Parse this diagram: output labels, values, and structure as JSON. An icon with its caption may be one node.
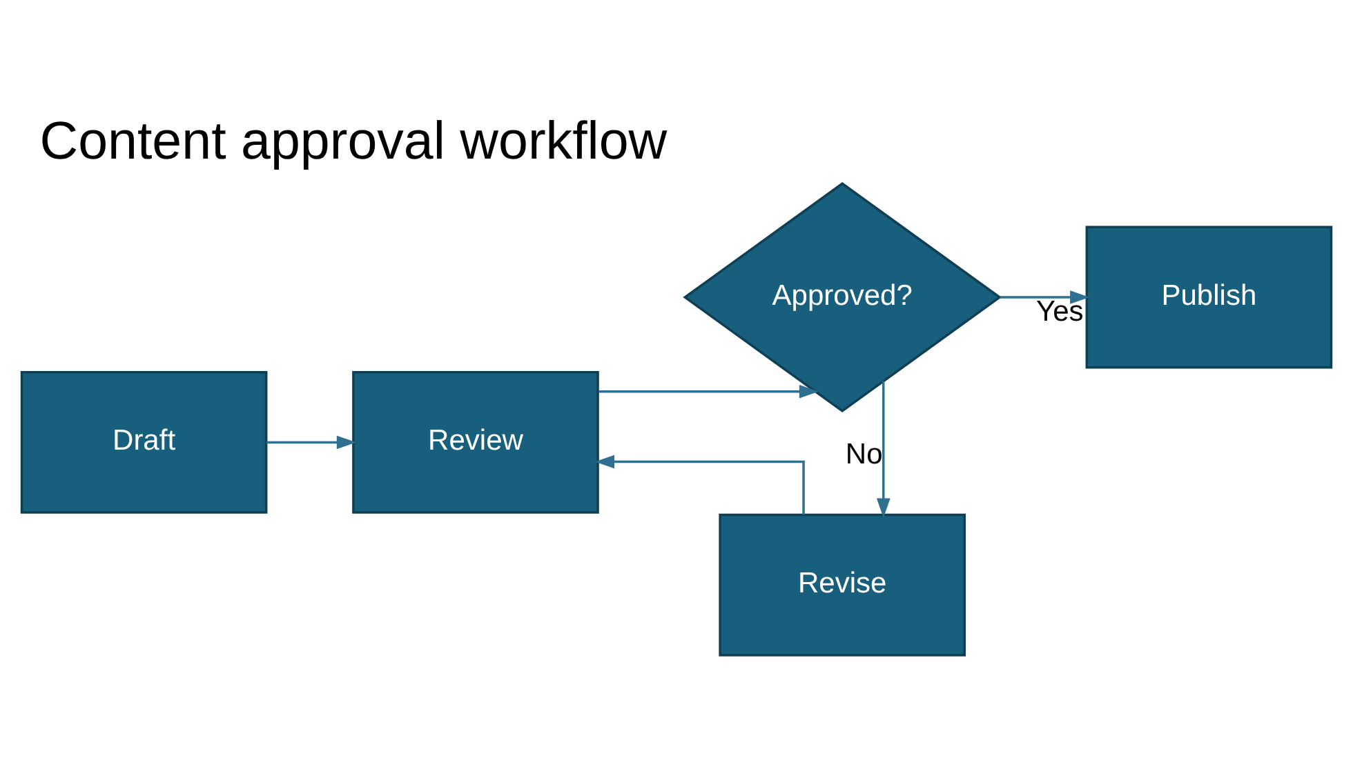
{
  "diagram": {
    "title": "Content approval workflow",
    "nodes": [
      {
        "text": [
          "Draft"
        ]
      },
      {
        "text": [
          "Review"
        ]
      },
      {
        "text": [
          "Approved?"
        ]
      },
      {
        "text": [
          "Publish"
        ]
      },
      {
        "text": [
          "Revise"
        ]
      }
    ],
    "edges": [
      {
        "from": 0,
        "to": 1,
        "arrow": "to"
      },
      {
        "from": 1,
        "to": 2,
        "arrow": "to"
      },
      {
        "from": 2,
        "to": 3,
        "label": "Yes",
        "arrow": "to"
      },
      {
        "from": 2,
        "to": 4,
        "label": "No",
        "arrow": "to"
      },
      {
        "from": 4,
        "to": 1,
        "arrow": "to"
      }
    ]
  }
}
